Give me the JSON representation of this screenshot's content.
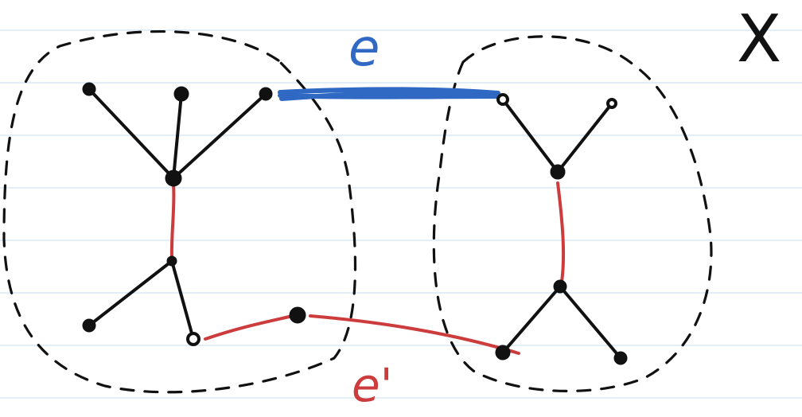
{
  "labels": {
    "top_edge": "e",
    "bottom_edge": "e'",
    "graph_name": "X"
  },
  "colors": {
    "blue_edge": "#2f69c4",
    "red_edges": "#cc3c3c",
    "black_edges": "#111111",
    "ruled_lines": "#d9e8f6"
  }
}
